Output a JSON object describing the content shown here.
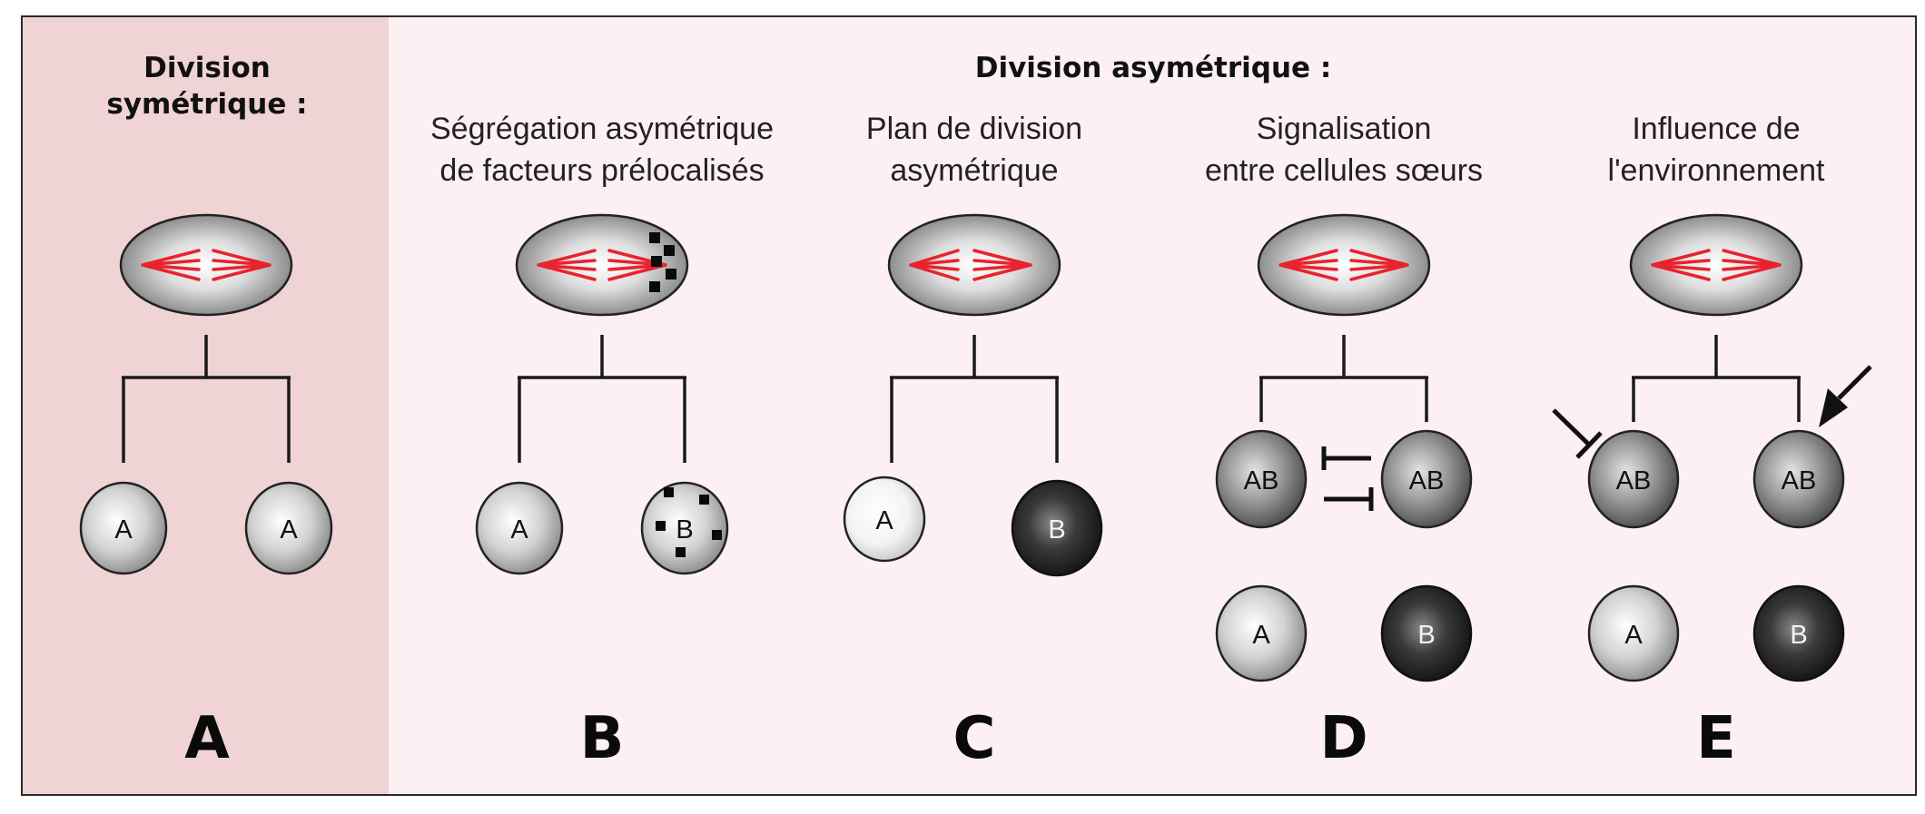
{
  "colors": {
    "symmetric_bg": "#efd3d5",
    "asymmetric_bg": "#fdf0f2",
    "spindle": "#e8232d",
    "frame": "#2a2a2a"
  },
  "symmetric": {
    "title_line1": "Division",
    "title_line2": "symétrique :"
  },
  "asymmetric": {
    "title": "Division asymétrique :"
  },
  "panels": {
    "A": {
      "letter": "A",
      "cell1": "A",
      "cell2": "A"
    },
    "B": {
      "letter": "B",
      "caption_line1": "Ségrégation asymétrique",
      "caption_line2": "de facteurs prélocalisés",
      "cell1": "A",
      "cell2": "B"
    },
    "C": {
      "letter": "C",
      "caption_line1": "Plan de division",
      "caption_line2": "asymétrique",
      "cell1": "A",
      "cell2": "B"
    },
    "D": {
      "letter": "D",
      "caption_line1": "Signalisation",
      "caption_line2": "entre cellules sœurs",
      "cell1": "AB",
      "cell2": "AB",
      "cell3": "A",
      "cell4": "B"
    },
    "E": {
      "letter": "E",
      "caption_line1": "Influence de",
      "caption_line2": "l'environnement",
      "cell1": "AB",
      "cell2": "AB",
      "cell3": "A",
      "cell4": "B"
    }
  }
}
